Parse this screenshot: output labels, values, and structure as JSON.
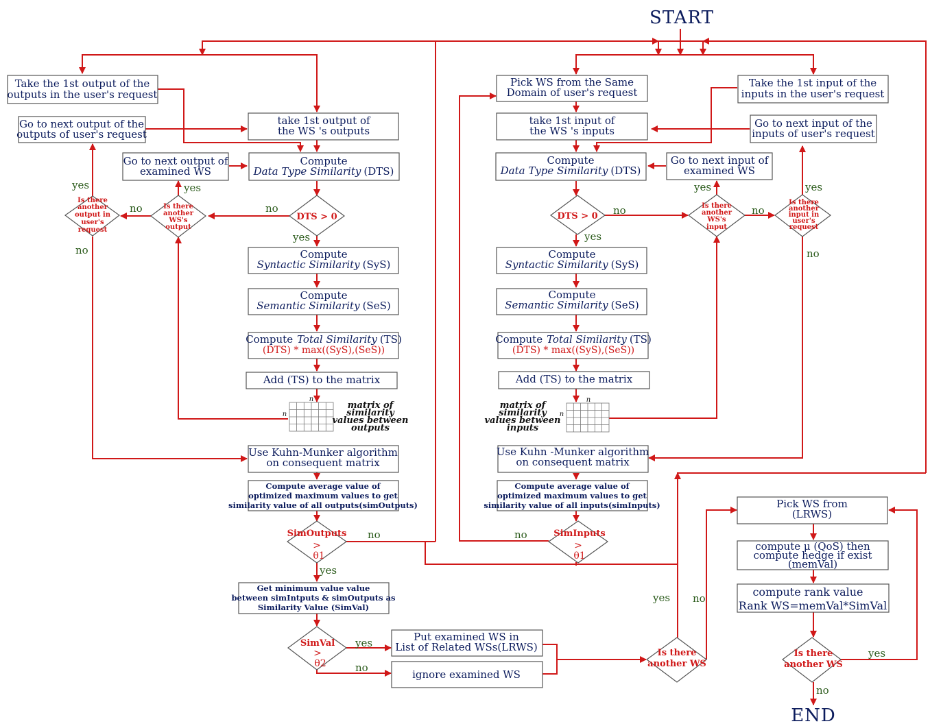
{
  "terminals": {
    "start": "START",
    "end": "END"
  },
  "left": {
    "take_first_output_req": [
      "Take the 1st output of  the",
      "outputs in the user's request"
    ],
    "take_first_output_ws": [
      "take  1st output of",
      "the WS 's outputs"
    ],
    "next_output_req": [
      "Go to next output of the",
      "outputs of user's request"
    ],
    "next_output_ws": [
      "Go to next output of",
      "examined WS"
    ],
    "compute_dts": [
      "Compute",
      "Data Type Similarity",
      "(DTS)"
    ],
    "dts_cond": "DTS > 0",
    "another_ws_output": [
      "Is there",
      "another",
      "WS's",
      "output"
    ],
    "another_output_req": [
      "Is there",
      "another",
      "output in",
      "user's",
      "request"
    ],
    "compute_sys": [
      "Compute",
      "Syntactic Similarity",
      "(SyS)"
    ],
    "compute_ses": [
      "Compute",
      "Semantic Similarity",
      "(SeS)"
    ],
    "compute_ts": [
      "Compute",
      "Total  Similarity",
      "(TS)",
      "(DTS) * max((SyS),(SeS))"
    ],
    "add_ts": "Add (TS) to the matrix",
    "matrix_label": [
      "matrix of",
      "similarity",
      "values between",
      "outputs"
    ],
    "kuhn": [
      "Use Kuhn-Munker algorithm",
      "on consequent matrix"
    ],
    "average": [
      "Compute average value of",
      "optimized maximum values to get",
      "similarity value of all  outputs(simOutputs)"
    ],
    "sim_cond": [
      "SimOutputs",
      ">",
      "θ1"
    ]
  },
  "right": {
    "pick_ws": [
      "Pick WS from  the Same",
      "Domain of user's request"
    ],
    "take_first_input_req": [
      "Take the 1st input of  the",
      "inputs in the user's request"
    ],
    "take_first_input_ws": [
      "take  1st input of",
      "the WS 's inputs"
    ],
    "next_input_req": [
      "Go to next input of the",
      "inputs of user's request"
    ],
    "next_input_ws": [
      "Go to next input of",
      "examined WS"
    ],
    "compute_dts": [
      "Compute",
      "Data Type Similarity",
      "(DTS)"
    ],
    "dts_cond": "DTS > 0",
    "another_ws_input": [
      "Is there",
      "another",
      "WS's",
      "input"
    ],
    "another_input_req": [
      "Is there",
      "another",
      "input in",
      "user's",
      "request"
    ],
    "compute_sys": [
      "Compute",
      "Syntactic Similarity",
      "(SyS)"
    ],
    "compute_ses": [
      "Compute",
      "Semantic Similarity",
      "(SeS)"
    ],
    "compute_ts": [
      "Compute",
      "Total  Similarity",
      "(TS)",
      "(DTS) * max((SyS),(SeS))"
    ],
    "add_ts": "Add (TS) to the matrix",
    "matrix_label": [
      "matrix of",
      "similarity",
      "values between",
      "inputs"
    ],
    "kuhn": [
      "Use Kuhn -Munker algorithm",
      "on consequent matrix"
    ],
    "average": [
      "Compute average value of",
      "optimized maximum values to get",
      "similarity value of all  inputs(simInputs)"
    ],
    "sim_cond": [
      "SimInputs",
      ">",
      "θ1"
    ]
  },
  "bottom": {
    "get_min": [
      "Get minimum value value",
      "between simIntputs  & simOutputs as",
      "Similarity Value (SimVal)"
    ],
    "simval_cond": [
      "SimVal",
      ">",
      "θ2"
    ],
    "put_ws": [
      "Put examined WS in",
      "List of Related WSs(LRWS)"
    ],
    "ignore_ws": "ignore  examined WS",
    "another_ws": [
      "Is there",
      "another WS"
    ],
    "pick_lrws": [
      "Pick WS from",
      "(LRWS)"
    ],
    "compute_mu": [
      "compute μ (QoS) then",
      "compute hedge if exist",
      "(memVal)"
    ],
    "rank": [
      "compute rank value",
      "Rank WS=memVal*SimVal"
    ],
    "another_ws2": [
      "Is there",
      "another WS"
    ]
  },
  "matrix_n": "n",
  "labels": {
    "yes": "yes",
    "no": "no"
  }
}
